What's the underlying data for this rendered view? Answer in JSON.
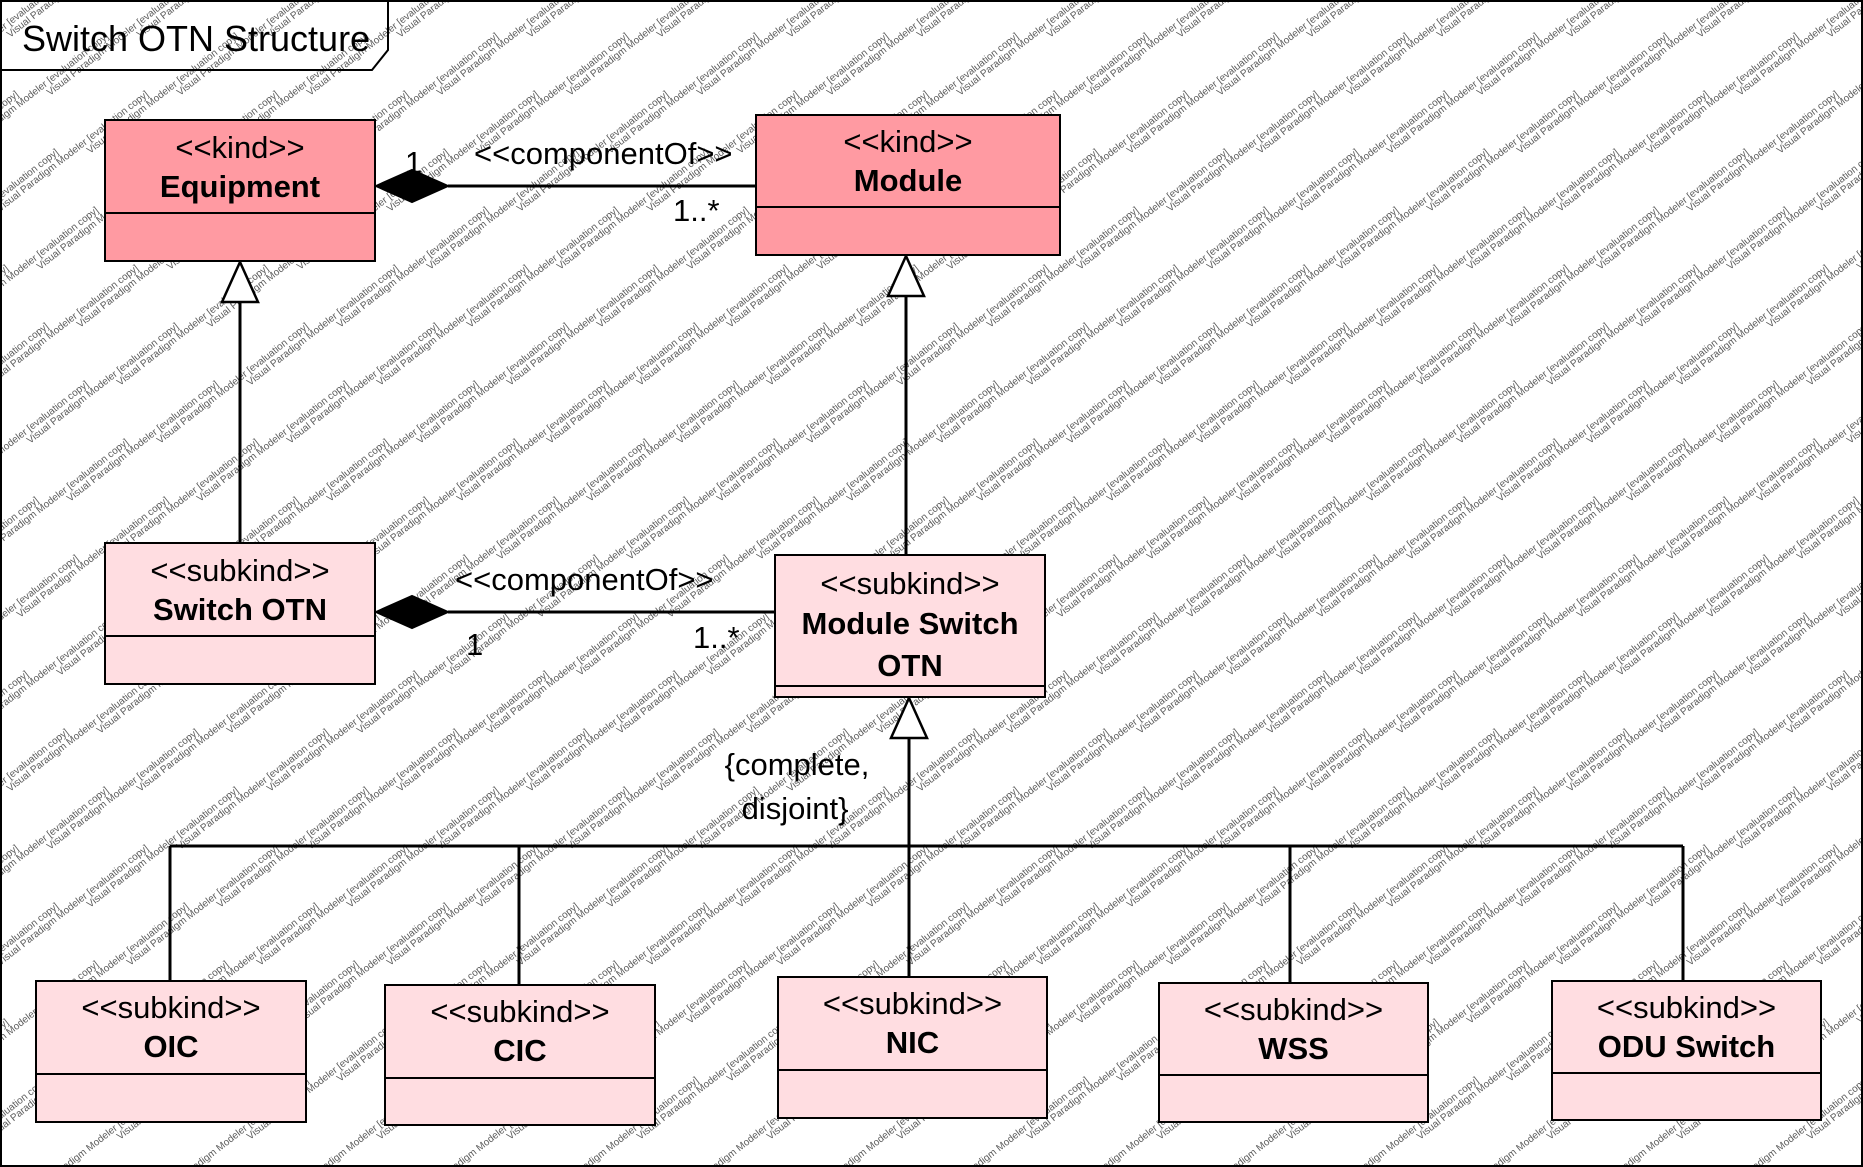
{
  "frame": {
    "title": "Switch OTN Structure"
  },
  "watermark": {
    "text": "Visual Paradigm Modeler [evaluation copy]"
  },
  "classes": {
    "equipment": {
      "stereotype": "<<kind>>",
      "name": "Equipment"
    },
    "module": {
      "stereotype": "<<kind>>",
      "name": "Module"
    },
    "switch_otn": {
      "stereotype": "<<subkind>>",
      "name": "Switch OTN"
    },
    "module_switch_otn": {
      "stereotype": "<<subkind>>",
      "name_line1": "Module Switch",
      "name_line2": "OTN"
    },
    "oic": {
      "stereotype": "<<subkind>>",
      "name": "OIC"
    },
    "cic": {
      "stereotype": "<<subkind>>",
      "name": "CIC"
    },
    "nic": {
      "stereotype": "<<subkind>>",
      "name": "NIC"
    },
    "wss": {
      "stereotype": "<<subkind>>",
      "name": "WSS"
    },
    "odu_switch": {
      "stereotype": "<<subkind>>",
      "name": "ODU Switch"
    }
  },
  "associations": {
    "top": {
      "stereotype": "<<componentOf>>",
      "whole_multiplicity": "1",
      "part_multiplicity": "1..*"
    },
    "middle": {
      "stereotype": "<<componentOf>>",
      "whole_multiplicity": "1",
      "part_multiplicity": "1..*"
    }
  },
  "generalization_set": {
    "line1": "{complete,",
    "line2": "disjoint}"
  },
  "colors": {
    "kind_fill": "#ff9aa2",
    "subkind_fill": "#ffdde1",
    "line": "#000000"
  }
}
